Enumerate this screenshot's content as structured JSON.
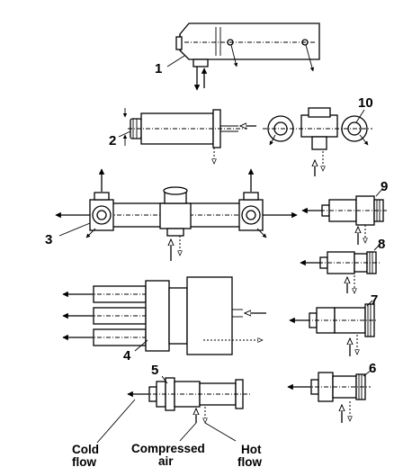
{
  "labels": {
    "n1": "1",
    "n2": "2",
    "n3": "3",
    "n4": "4",
    "n5": "5",
    "n6": "6",
    "n7": "7",
    "n8": "8",
    "n9": "9",
    "n10": "10"
  },
  "captions": {
    "cold_line1": "Cold",
    "cold_line2": "flow",
    "air_line1": "Compressed",
    "air_line2": "air",
    "hot_line1": "Hot",
    "hot_line2": "flow"
  }
}
